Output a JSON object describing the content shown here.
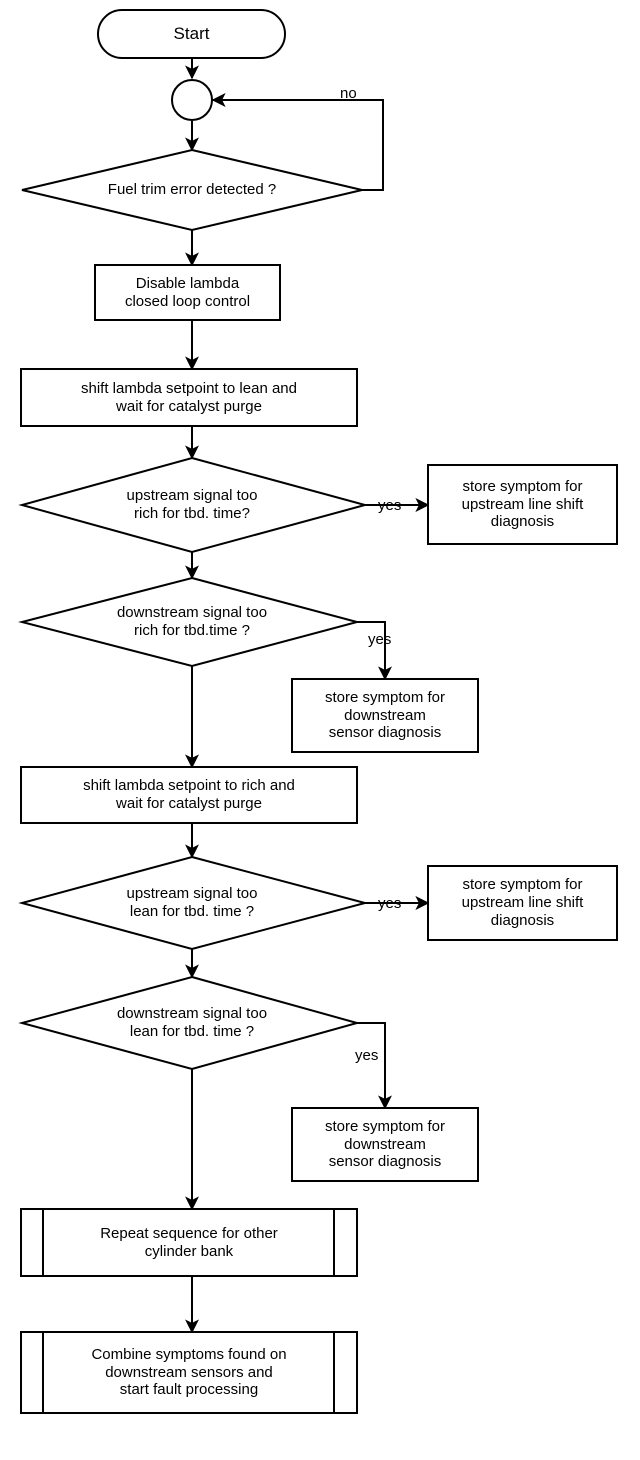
{
  "diagram": {
    "title": "Fuel trim / lambda sensor diagnostic flowchart",
    "colors": {
      "stroke": "#000000",
      "fill": "#ffffff",
      "text": "#000000"
    },
    "nodes": {
      "start": {
        "shape": "terminator",
        "label": "Start"
      },
      "junction": {
        "shape": "connector-circle",
        "label": ""
      },
      "decision_fuel_trim": {
        "shape": "decision",
        "label": "Fuel trim error detected ?"
      },
      "disable_lambda": {
        "shape": "process",
        "label": "Disable lambda\nclosed loop control"
      },
      "shift_lean": {
        "shape": "process",
        "label": "shift lambda setpoint to lean and\nwait for catalyst purge"
      },
      "decision_upstream_rich": {
        "shape": "decision",
        "label": "upstream signal too\nrich for tbd. time?"
      },
      "store_upstream_rich": {
        "shape": "process",
        "label": "store symptom for\nupstream line shift\ndiagnosis"
      },
      "decision_downstream_rich": {
        "shape": "decision",
        "label": "downstream signal too\nrich for tbd.time ?"
      },
      "store_downstream_rich": {
        "shape": "process",
        "label": "store symptom for\ndownstream\nsensor diagnosis"
      },
      "shift_rich": {
        "shape": "process",
        "label": "shift lambda setpoint to rich and\nwait for catalyst purge"
      },
      "decision_upstream_lean": {
        "shape": "decision",
        "label": "upstream signal too\nlean for tbd. time ?"
      },
      "store_upstream_lean": {
        "shape": "process",
        "label": "store symptom for\nupstream line shift\ndiagnosis"
      },
      "decision_downstream_lean": {
        "shape": "decision",
        "label": "downstream signal too\nlean for tbd. time ?"
      },
      "store_downstream_lean": {
        "shape": "process",
        "label": "store symptom for\ndownstream\nsensor diagnosis"
      },
      "repeat_sequence": {
        "shape": "predefined-process",
        "label": "Repeat sequence for other\ncylinder bank"
      },
      "combine_symptoms": {
        "shape": "predefined-process",
        "label": "Combine symptoms found on\ndownstream sensors and\nstart fault processing"
      }
    },
    "edge_labels": {
      "no_loop": "no",
      "yes_upstream_rich": "yes",
      "yes_downstream_rich": "yes",
      "yes_upstream_lean": "yes",
      "yes_downstream_lean": "yes"
    }
  }
}
